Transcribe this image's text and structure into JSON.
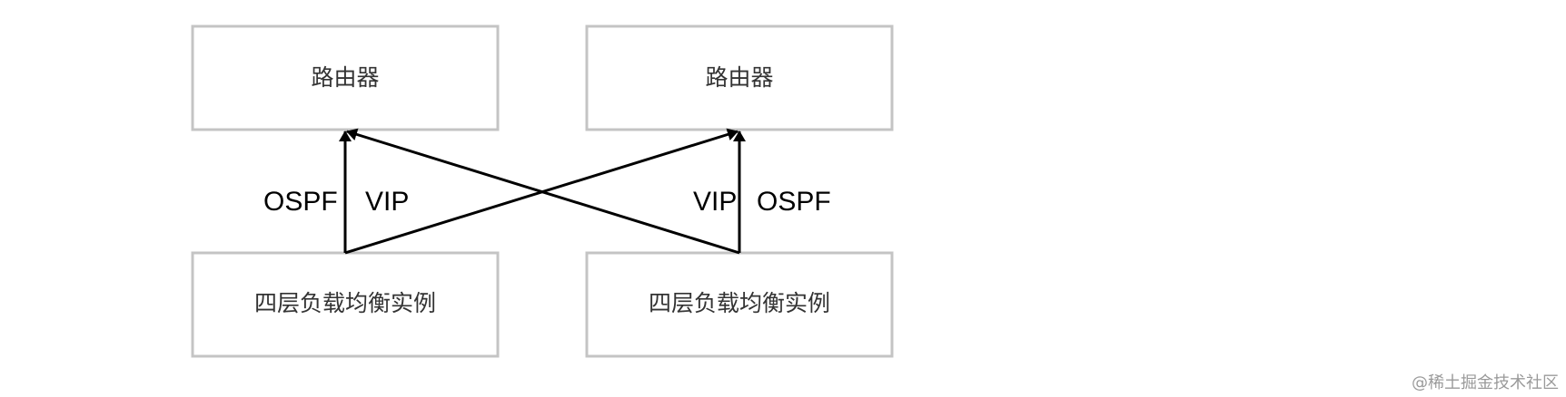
{
  "diagram": {
    "nodes": [
      {
        "id": "router-left",
        "label": "路由器"
      },
      {
        "id": "router-right",
        "label": "路由器"
      },
      {
        "id": "lb-left",
        "label": "四层负载均衡实例"
      },
      {
        "id": "lb-right",
        "label": "四层负载均衡实例"
      }
    ],
    "edges": [
      {
        "from": "lb-left",
        "to": "router-left",
        "kind": "ospf"
      },
      {
        "from": "lb-left",
        "to": "router-right",
        "kind": "vip"
      },
      {
        "from": "lb-right",
        "to": "router-right",
        "kind": "ospf"
      },
      {
        "from": "lb-right",
        "to": "router-left",
        "kind": "vip"
      }
    ],
    "edge_labels": {
      "left_ospf": "OSPF",
      "left_vip": "VIP",
      "right_vip": "VIP",
      "right_ospf": "OSPF"
    }
  },
  "watermark": "@稀土掘金技术社区",
  "colors": {
    "box_border": "#c4c4c4",
    "box_fill": "#ffffff",
    "arrow": "#000000",
    "node_text": "#333333",
    "watermark": "#9a9a9a"
  }
}
